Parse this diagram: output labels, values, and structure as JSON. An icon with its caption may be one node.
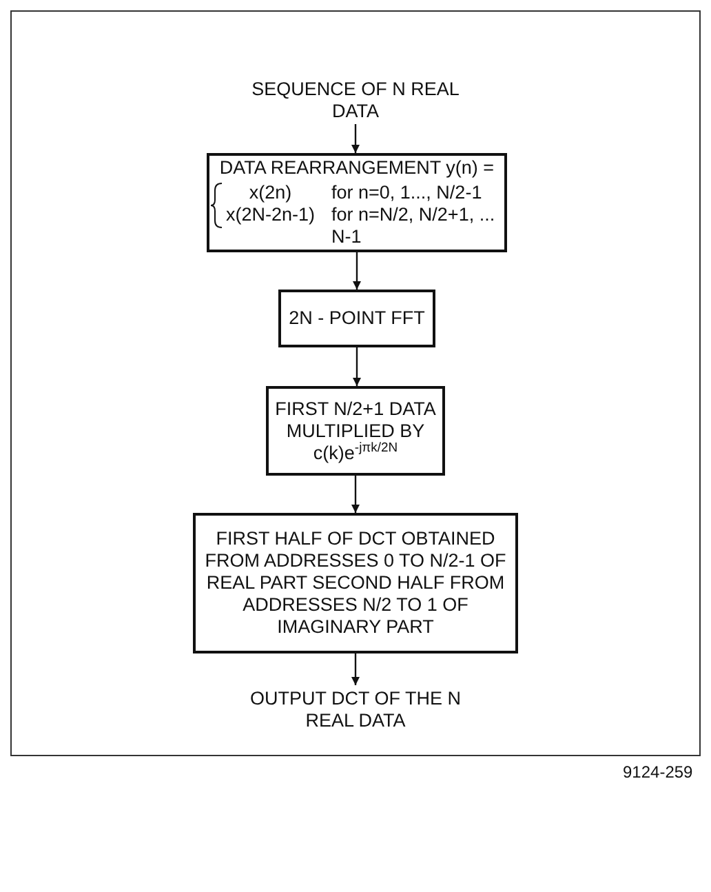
{
  "diagram": {
    "nodes": [
      {
        "text": [
          "SEQUENCE OF N REAL DATA"
        ]
      },
      {
        "text": [
          "DATA REARRANGEMENT y(n) =",
          "x(2n)",
          "for n=0, 1..., N/2-1",
          "x(2N-2n-1)",
          "for n=N/2, N/2+1, ... N-1"
        ]
      },
      {
        "text": [
          "2N - POINT FFT"
        ]
      },
      {
        "text": [
          "FIRST N/2+1 DATA MULTIPLIED BY c(k)e$^{-jπk/2N}$"
        ]
      },
      {
        "text": [
          "FIRST HALF OF DCT OBTAINED FROM ADDRESSES 0 TO N/2-1 OF REAL PART SECOND HALF FROM ADDRESSES N/2 TO 1 OF IMAGINARY PART"
        ]
      },
      {
        "text": [
          "OUTPUT DCT OF THE N REAL DATA"
        ]
      }
    ],
    "edges": [
      {
        "from": 0,
        "to": 1,
        "arrow": "to"
      },
      {
        "from": 1,
        "to": 2,
        "arrow": "to"
      },
      {
        "from": 2,
        "to": 3,
        "arrow": "to"
      },
      {
        "from": 3,
        "to": 4,
        "arrow": "to"
      },
      {
        "from": 4,
        "to": 5,
        "arrow": "to"
      }
    ],
    "labels": [
      "9124-259"
    ]
  }
}
